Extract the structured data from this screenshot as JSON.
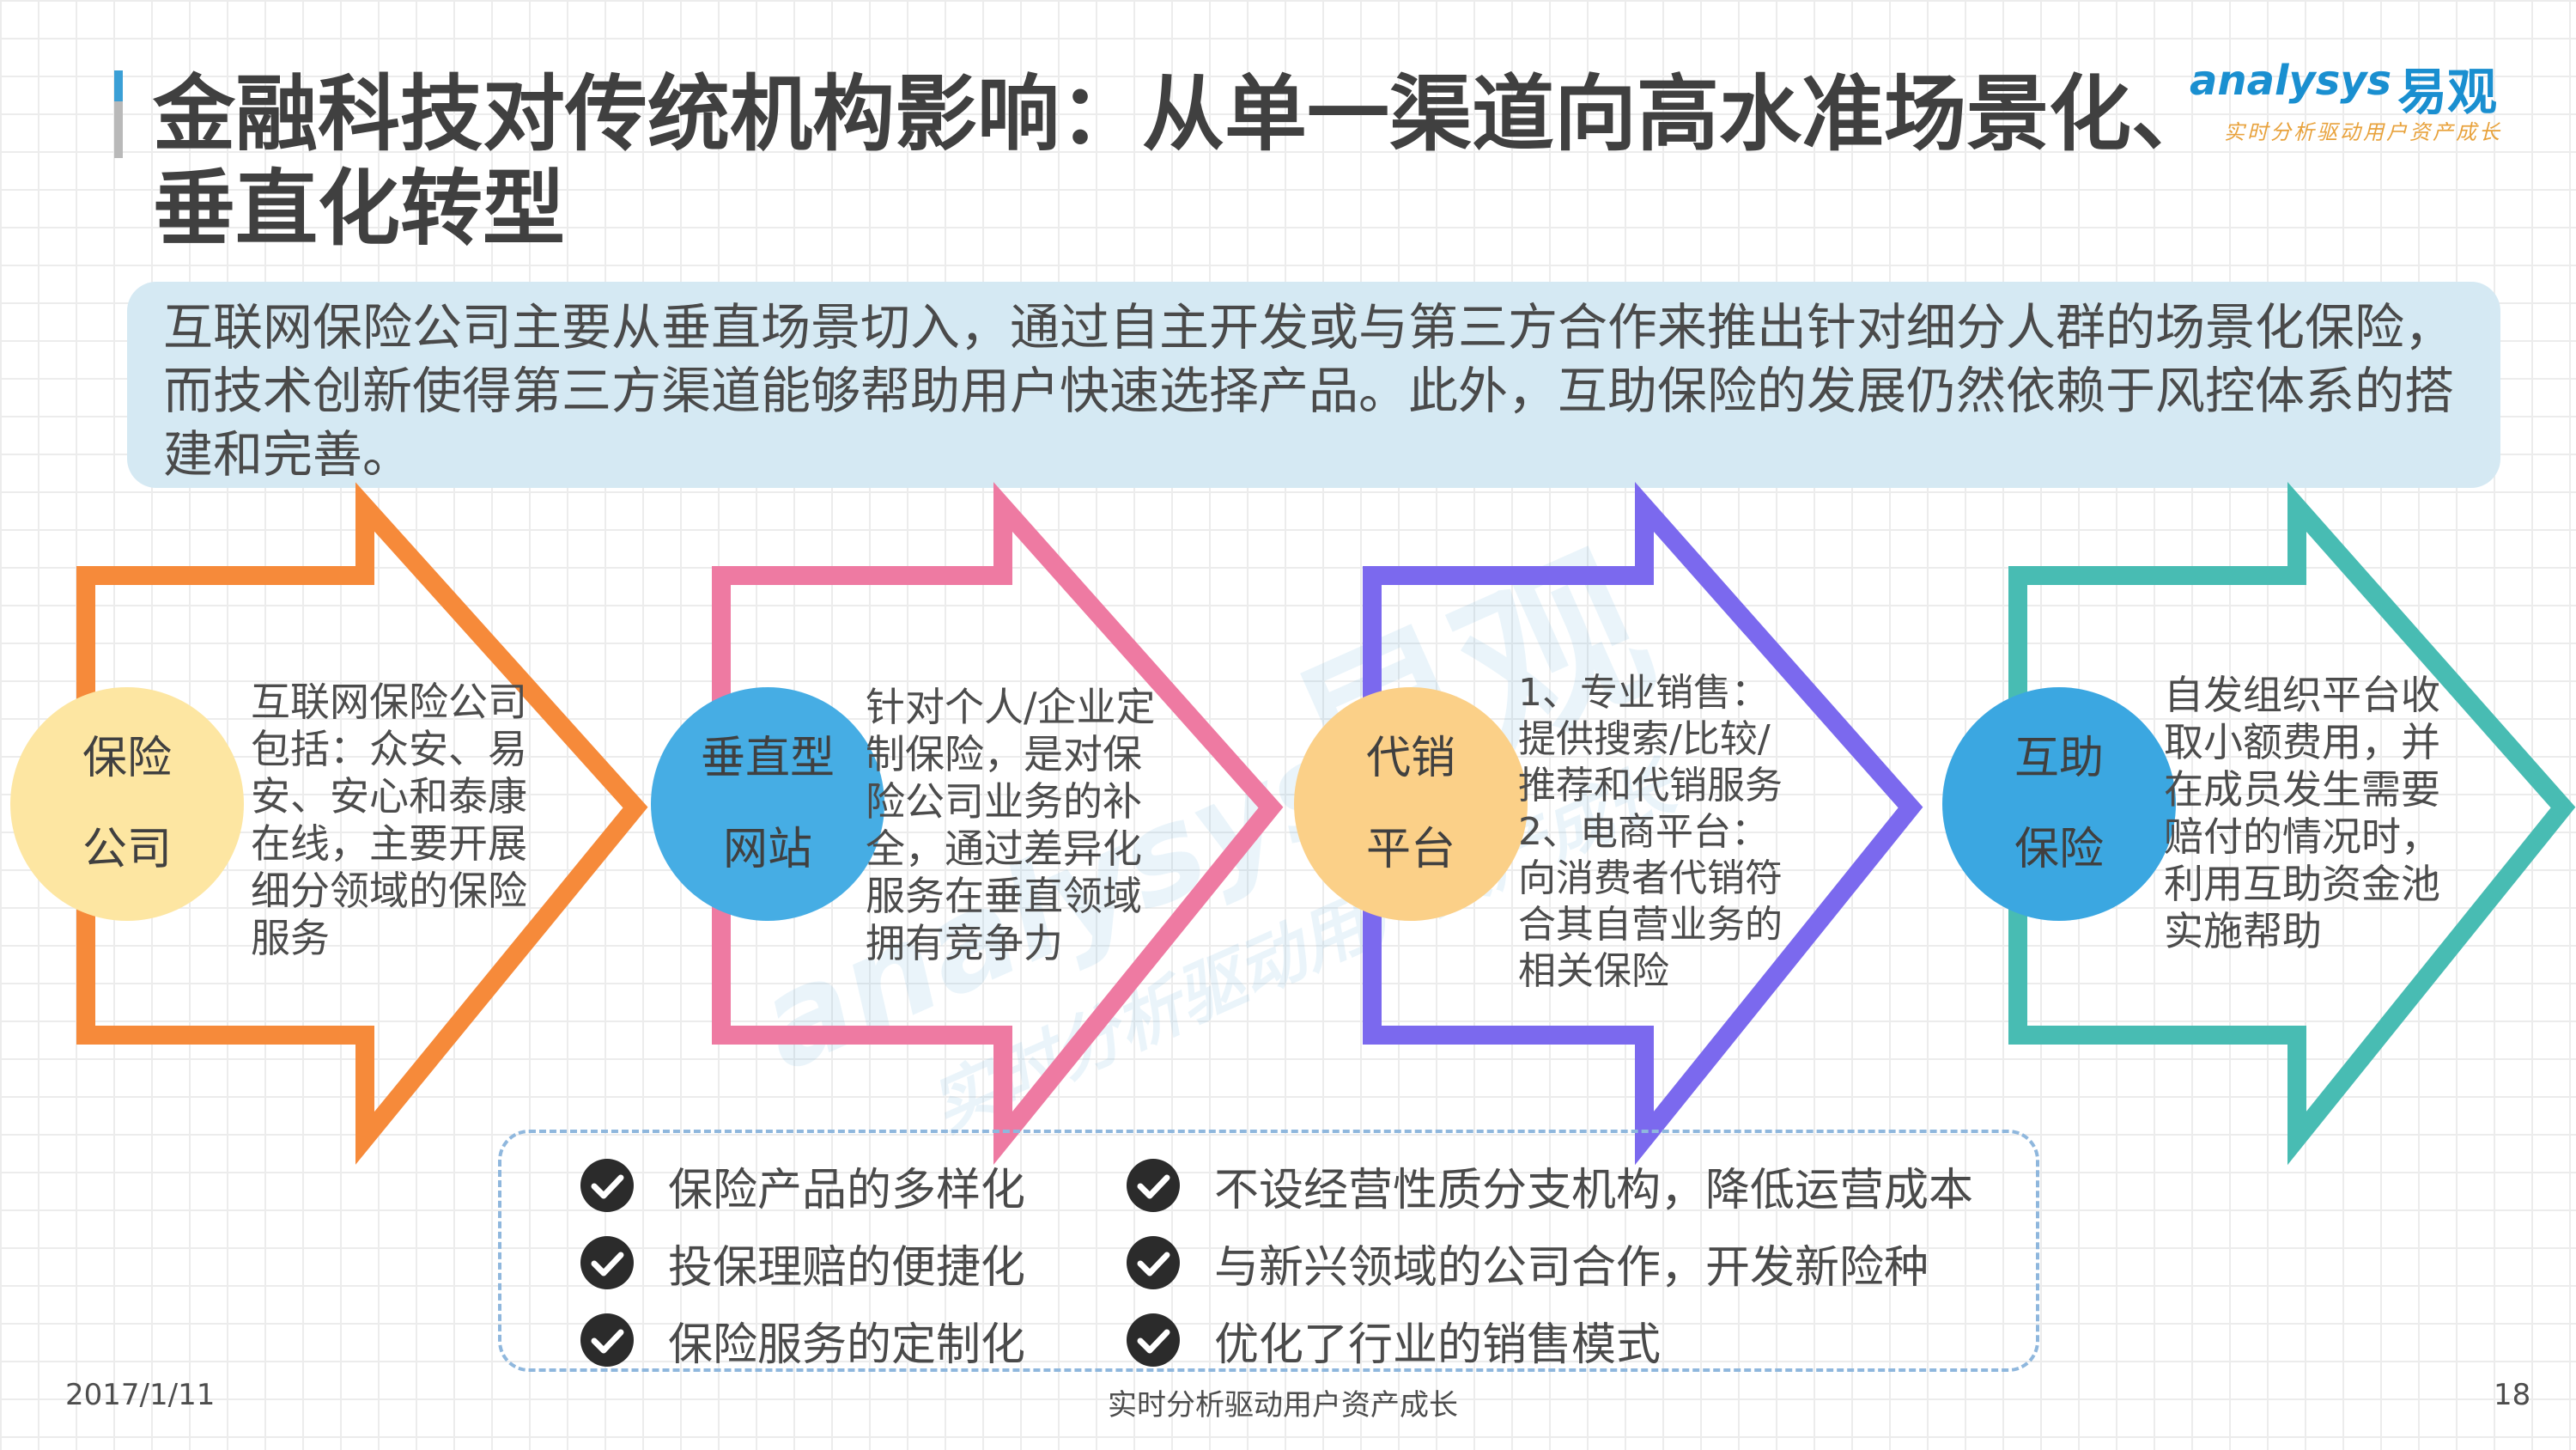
{
  "title": {
    "line1": "金融科技对传统机构影响：从单一渠道向高水准场景化、",
    "line2": "垂直化转型"
  },
  "logo": {
    "english": "analysys",
    "chinese": "易观",
    "tagline": "实时分析驱动用户资产成长"
  },
  "intro": {
    "line1": "互联网保险公司主要从垂直场景切入，通过自主开发或与第三方合作来推出针对细分人群的场景化保险，",
    "line2": "而技术创新使得第三方渠道能够帮助用户快速选择产品。此外，互助保险的发展仍然依赖于风控体系的搭",
    "line3": "建和完善。"
  },
  "watermark": {
    "english": "analysys",
    "chinese": "易观",
    "tagline": "实时分析驱动用户资产成长"
  },
  "stages": [
    {
      "label_line1": "保险",
      "label_line2": "公司",
      "color": "#f68a3a",
      "circle_color": "#fde6a2",
      "desc": [
        "互联网保险公司",
        "包括：众安、易",
        "安、安心和泰康",
        "在线，主要开展",
        "细分领域的保险",
        "服务"
      ]
    },
    {
      "label_line1": "垂直型",
      "label_line2": "网站",
      "color": "#ee7aa2",
      "circle_color": "#46ade4",
      "desc": [
        "针对个人/企业定",
        "制保险，是对保",
        "险公司业务的补",
        "全，通过差异化",
        "服务在垂直领域",
        "拥有竞争力"
      ]
    },
    {
      "label_line1": "代销",
      "label_line2": "平台",
      "color": "#7b69ee",
      "circle_color": "#fbd088",
      "desc": [
        "1、专业销售：",
        "提供搜索/比较/",
        "推荐和代销服务",
        "2、电商平台：",
        "向消费者代销符",
        "合其自营业务的",
        "相关保险"
      ]
    },
    {
      "label_line1": "互助",
      "label_line2": "保险",
      "color": "#48bcb3",
      "circle_color": "#3ba7e1",
      "desc": [
        "自发组织平台收",
        "取小额费用，并",
        "在成员发生需要",
        "赔付的情况时，",
        "利用互助资金池",
        "实施帮助"
      ]
    }
  ],
  "benefits": [
    "保险产品的多样化",
    "投保理赔的便捷化",
    "保险服务的定制化",
    "不设经营性质分支机构，降低运营成本",
    "与新兴领域的公司合作，开发新险种",
    "优化了行业的销售模式"
  ],
  "footer": {
    "date": "2017/1/11",
    "center": "实时分析驱动用户资产成长",
    "page": "18"
  }
}
